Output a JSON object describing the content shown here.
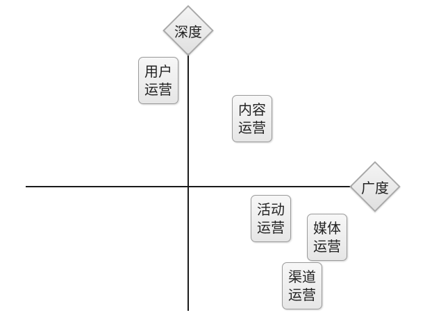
{
  "axes": {
    "vertical_label": "深度",
    "horizontal_label": "广度"
  },
  "nodes": [
    {
      "line1": "用户",
      "line2": "运营"
    },
    {
      "line1": "内容",
      "line2": "运营"
    },
    {
      "line1": "活动",
      "line2": "运营"
    },
    {
      "line1": "媒体",
      "line2": "运营"
    },
    {
      "line1": "渠道",
      "line2": "运营"
    }
  ]
}
